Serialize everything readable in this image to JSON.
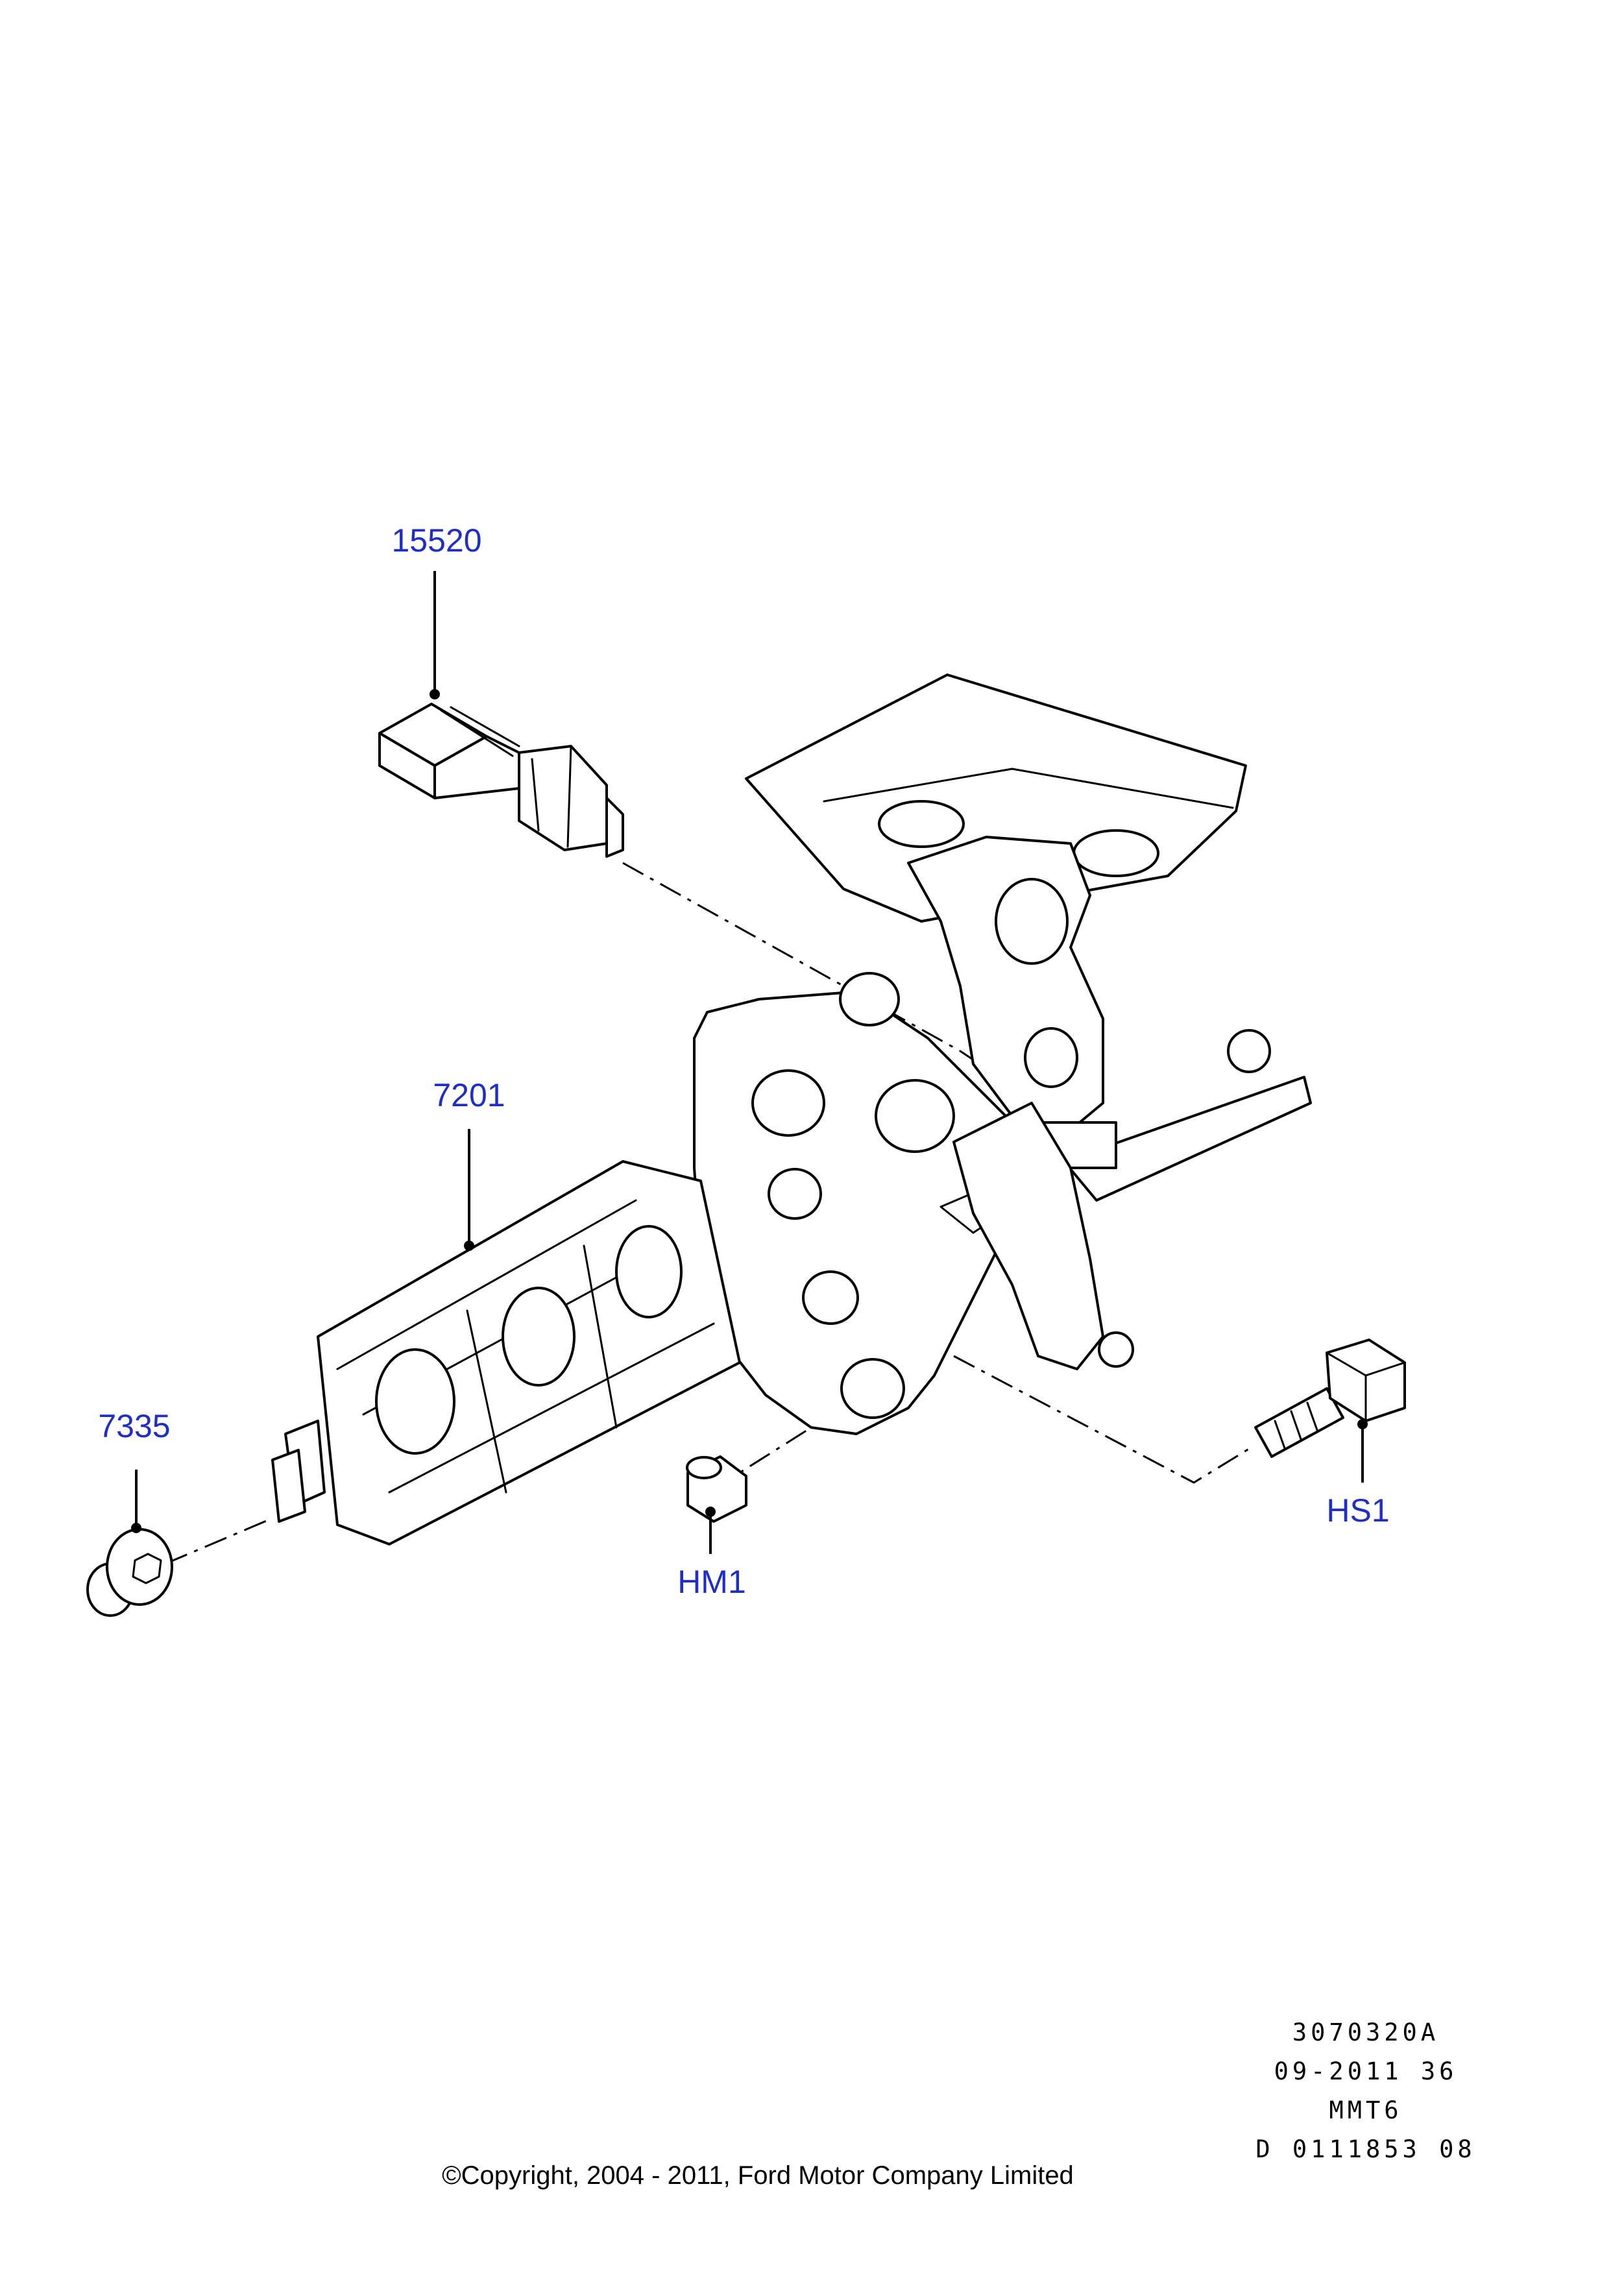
{
  "callouts": {
    "c15520": "15520",
    "c7201": "7201",
    "c7335": "7335",
    "chm1": "HM1",
    "chs1": "HS1"
  },
  "reference": {
    "line1": "3070320A",
    "line2": "09-2011 36",
    "line3": "MMT6",
    "line4": "D 0111853 08"
  },
  "copyright": "©Copyright, 2004 - 2011, Ford Motor Company Limited",
  "colors": {
    "callout": "#1e2ec8",
    "line": "#000000"
  }
}
